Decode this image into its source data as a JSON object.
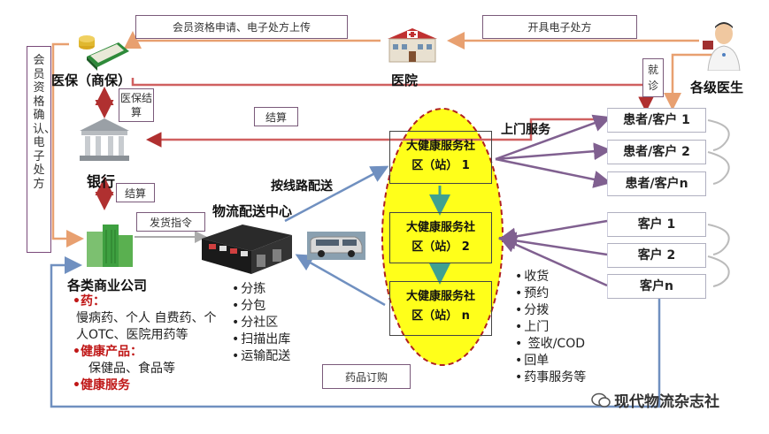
{
  "top_flow": {
    "member_apply_label": "会员资格申请、电子处方上传",
    "issue_prescription_label": "开具电子处方"
  },
  "left_side_label": "会员资格确认、电子处方",
  "nodes": {
    "insurance": "医保（商保）",
    "hospital": "医院",
    "doctors": "各级医生",
    "bank": "银行",
    "companies": "各类商业公司",
    "logistics_center": "物流配送中心"
  },
  "flow_labels": {
    "insurance_settlement": "医保结算",
    "settlement_top": "结算",
    "settlement_bank": "结算",
    "dispatch_order": "发货指令",
    "route_delivery": "按线路配送",
    "door_service": "上门服务",
    "visit": "就诊",
    "drug_order": "药品订购"
  },
  "stations": [
    {
      "line1": "大健康服务社",
      "line2": "区（站） 1"
    },
    {
      "line1": "大健康服务社",
      "line2": "区（站） 2"
    },
    {
      "line1": "大健康服务社",
      "line2": "区（站） n"
    }
  ],
  "patients": [
    "患者/客户 1",
    "患者/客户 2",
    "患者/客户n"
  ],
  "customers": [
    "客户 1",
    "客户 2",
    "客户n"
  ],
  "logistics_tasks": [
    "分拣",
    "分包",
    "分社区",
    "扫描出库",
    "运输配送"
  ],
  "station_tasks": [
    "收货",
    "预约",
    "分拨",
    "上门",
    " 签收/COD",
    "回单",
    "药事服务等"
  ],
  "company_products": {
    "drugs_title": "•药：",
    "drugs_desc": "慢病药、个人 自费药、个人OTC、医院用药等",
    "health_products_title": "•健康产品：",
    "health_products_desc": "保健品、食品等",
    "health_service_title": "•健康服务"
  },
  "watermark": "现代物流杂志社",
  "colors": {
    "arrow_orange": "#e8a070",
    "arrow_red": "#b03030",
    "arrow_blue": "#7090c0",
    "arrow_purple": "#806090",
    "ellipse_fill": "#ffff1a",
    "ellipse_border": "#b02020"
  }
}
